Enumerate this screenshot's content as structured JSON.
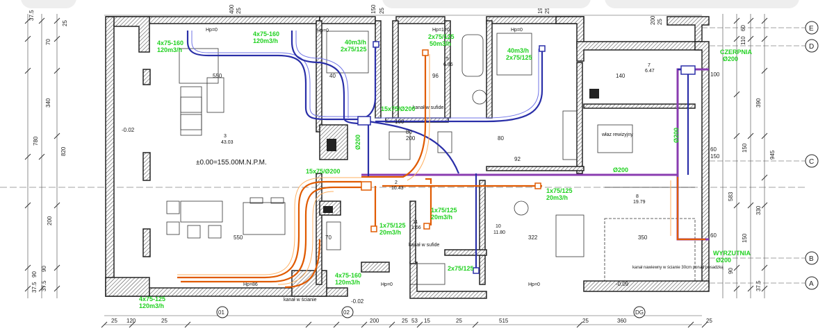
{
  "plan": {
    "level_label": "±0.00=155.00M.N.P.M.",
    "grid_axes_right": [
      "E",
      "D",
      "C",
      "B",
      "A"
    ],
    "grid_axes_bottom": [
      "01",
      "02",
      "DG"
    ],
    "rooms": [
      {
        "id": "3",
        "area": "43.03"
      },
      {
        "id": "5",
        "area": "6.86"
      },
      {
        "id": "7",
        "area": "6.47"
      },
      {
        "id": "8",
        "area": "19.79"
      },
      {
        "id": "2",
        "area": "10.43"
      },
      {
        "id": "10",
        "area": "11.80"
      },
      {
        "id": "11",
        "area": "1.66"
      }
    ],
    "notes": [
      "kanał w sufide",
      "kanał w sufide",
      "właz rewizyjny",
      "kanał nawiewny w ścianie 30cm ponad posadzką",
      "kanał w ścianie",
      "Hp=0",
      "Hp=0",
      "Hp=170",
      "Hp=0",
      "Hp=0",
      "Hp=0",
      "Hp=86"
    ],
    "duct_labels": [
      "4x75-160",
      "120m3/h",
      "4x75-160",
      "120m3/h",
      "2x75/125",
      "40m3/h",
      "2x75/125",
      "50m3/h",
      "40m3/h",
      "2x75/125",
      "CZERPNIA",
      "Ø200",
      "15x75/Ø200",
      "15x75/Ø200",
      "Ø200",
      "Ø200",
      "Ø200",
      "1x75/125",
      "20m3/h",
      "1x75/125",
      "20m3/h",
      "1x75/125",
      "20m3/h",
      "4x75-160",
      "120m3/h",
      "4x75-125",
      "120m3/h",
      "2x75/125",
      "WYRZUTNIA",
      "Ø200"
    ],
    "dims_top": [
      "37.5",
      "25",
      "400",
      "25",
      "150",
      "25",
      "190",
      "25",
      "200",
      "25"
    ],
    "dims_bottom": [
      "25",
      "120",
      "25",
      "200",
      "25",
      "53",
      "15",
      "25",
      "515",
      "25",
      "360",
      "25"
    ],
    "dims_left": [
      "37.5",
      "90",
      "70",
      "340",
      "780",
      "820",
      "200",
      "90",
      "37.5"
    ],
    "dims_right": [
      "110",
      "60",
      "390",
      "150",
      "945",
      "583",
      "330",
      "150",
      "90",
      "37.5"
    ],
    "misc_nums": [
      "550",
      "550",
      "322",
      "350",
      "140",
      "100",
      "40",
      "80",
      "80",
      "70",
      "60",
      "150",
      "60",
      "100",
      "96",
      "92",
      "200"
    ],
    "elevation_marks": [
      "-0.02",
      "-0.02",
      "-0.09"
    ]
  }
}
